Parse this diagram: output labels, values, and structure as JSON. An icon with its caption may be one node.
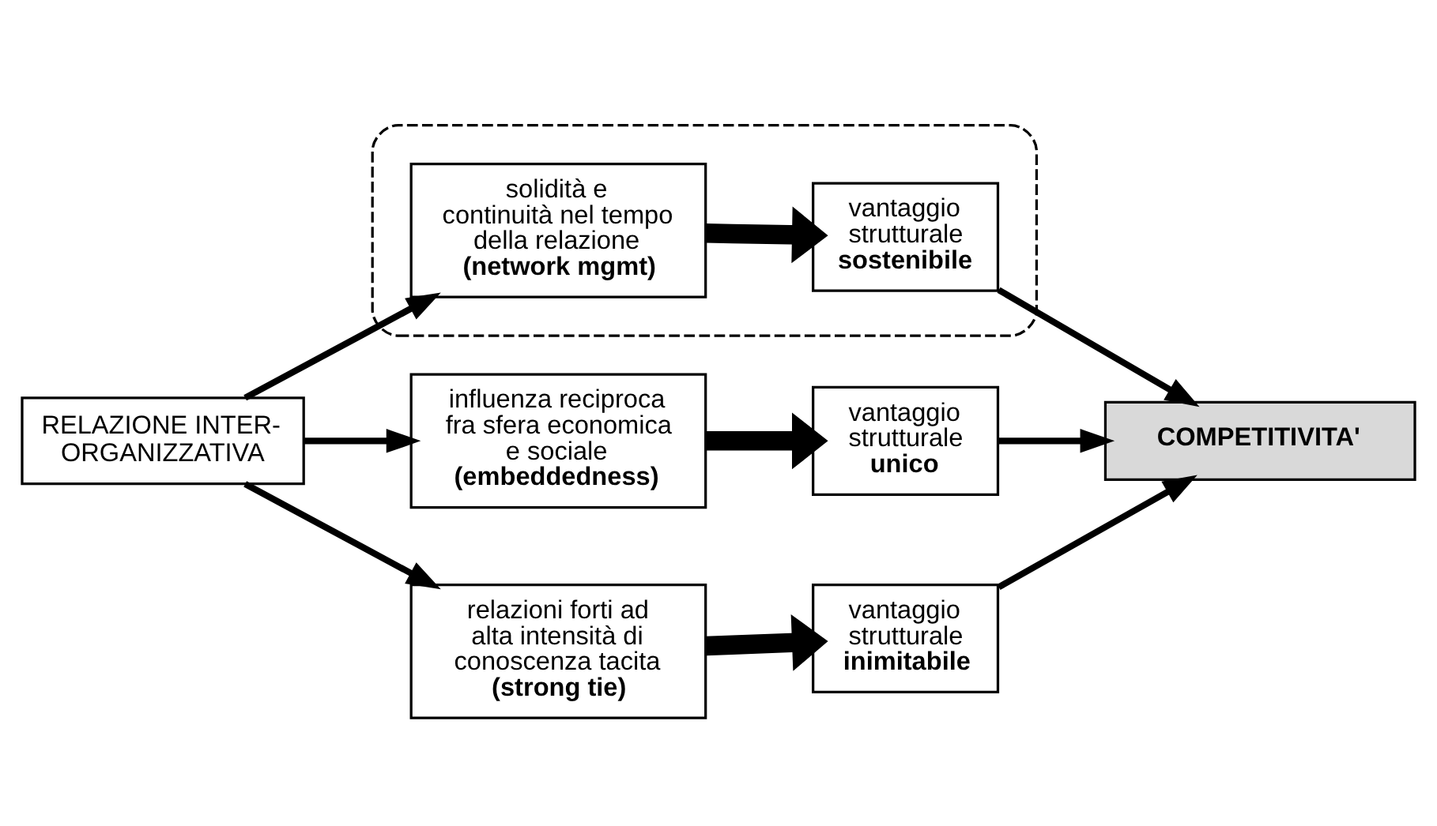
{
  "diagram": {
    "nodes": [
      {
        "text": [
          "RELAZIONE INTER- ORGANIZZATIVA"
        ]
      },
      {
        "text": [
          "influenza reciproca fra sfera economica e sociale",
          "(embeddedness)"
        ]
      },
      {
        "text": [
          "vantaggio strutturale",
          "unico"
        ]
      },
      {
        "text": [
          "relazioni forti ad alta intensità di conoscenza tacita",
          "(strong tie)"
        ]
      },
      {
        "text": [
          "vantaggio strutturale",
          "inimitabile"
        ]
      },
      {
        "text": [],
        "shape": "ellipse"
      },
      {
        "text": [
          "solidità e continuità nel tempo della relazione",
          "(network mgmt)"
        ],
        "in": 5
      },
      {
        "text": [
          "vantaggio strutturale",
          "sostenibile"
        ],
        "in": 5
      },
      {
        "text": [
          "COMPETITIVITA'"
        ]
      }
    ],
    "edges": [
      {
        "from": 0,
        "to": 1,
        "arrow": "to"
      },
      {
        "from": 0,
        "to": 3,
        "arrow": "to"
      },
      {
        "from": 0,
        "to": 6,
        "arrow": "to"
      },
      {
        "from": 1,
        "to": 2,
        "arrow": "to",
        "style": "thick"
      },
      {
        "from": 3,
        "to": 4,
        "arrow": "to",
        "style": "thick"
      },
      {
        "from": 6,
        "to": 7,
        "arrow": "to",
        "style": "thick"
      },
      {
        "from": 2,
        "to": 8,
        "arrow": "to"
      },
      {
        "from": 4,
        "to": 8,
        "arrow": "to"
      },
      {
        "from": 7,
        "to": 8,
        "arrow": "to"
      }
    ]
  }
}
